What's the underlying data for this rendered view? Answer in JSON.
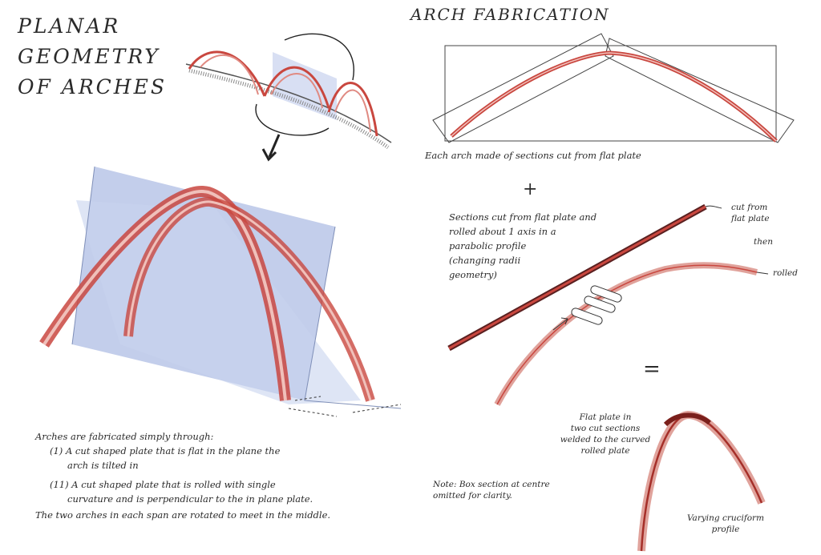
{
  "title_lines": [
    "PLANAR",
    "GEOMETRY",
    "OF ARCHES"
  ],
  "fabrication": {
    "title": "ARCH FABRICATION",
    "caption_flat": "Each arch made of sections cut from flat plate",
    "plus": "+",
    "rolled_lines": [
      "Sections cut from flat plate and",
      "rolled about 1 axis in a",
      "parabolic profile",
      "(changing radii",
      "geometry)"
    ],
    "cut_from_label": [
      "cut from",
      "flat plate"
    ],
    "then_label": "then",
    "rolled_label": "rolled",
    "equals": "=",
    "flat_plate_note": [
      "Flat plate in",
      "two cut sections",
      "welded to the curved",
      "rolled plate"
    ],
    "box_note": [
      "Note: Box section at centre",
      "omitted for clarity."
    ],
    "cruciform_label": [
      "Varying cruciform",
      "profile"
    ]
  },
  "explanation": {
    "intro": "Arches are fabricated simply through:",
    "item1": [
      "(1) A cut shaped plate that is flat in the plane the",
      "arch is tilted in"
    ],
    "item2": [
      "(11) A cut shaped plate that is rolled with single",
      "curvature and is perpendicular to the in plane plate."
    ],
    "summary": "The two arches in each span are rotated to meet in the middle."
  },
  "colors": {
    "arch_red": "#c9473f",
    "arch_light": "#e7a9a2",
    "plane_blue": "#b9c6e6",
    "ink": "#222222"
  }
}
